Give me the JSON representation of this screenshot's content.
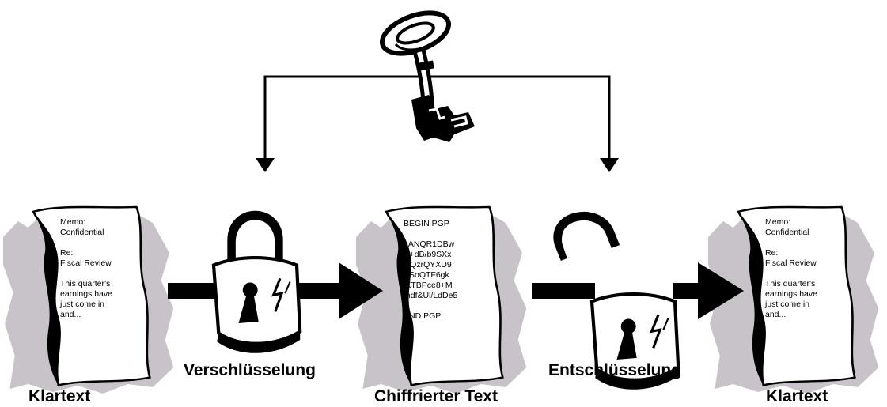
{
  "key": {
    "icon": "key-icon"
  },
  "locks": {
    "closed": {
      "icon": "lock-closed-icon"
    },
    "open": {
      "icon": "lock-open-icon"
    }
  },
  "documents": {
    "plaintext_left": {
      "lines": [
        "Memo:",
        "Confidential",
        "",
        "Re:",
        "Fiscal Review",
        "",
        "This quarter's",
        "earnings have",
        "just come in",
        "and..."
      ]
    },
    "ciphertext": {
      "lines": [
        "BEGIN PGP",
        "",
        "qANQR1DBw",
        "U+dB/b9SXx",
        "QQzrQYXD9",
        "VSoQTF6gk",
        "lXTBPce8+M",
        "mdf&Ul/LdDe5",
        "",
        "END PGP"
      ]
    },
    "plaintext_right": {
      "lines": [
        "Memo:",
        "Confidential",
        "",
        "Re:",
        "Fiscal Review",
        "",
        "This quarter's",
        "earnings have",
        "just come in",
        "and..."
      ]
    }
  },
  "labels": {
    "encryption": "Verschlüsselung",
    "decryption": "Entschlüsselung",
    "plaintext_left": "Klartext",
    "ciphertext": "Chiffrierter Text",
    "plaintext_right": "Klartext"
  },
  "colors": {
    "shadow": "#c8c3c8",
    "ink": "#000000",
    "paper": "#ffffff"
  }
}
